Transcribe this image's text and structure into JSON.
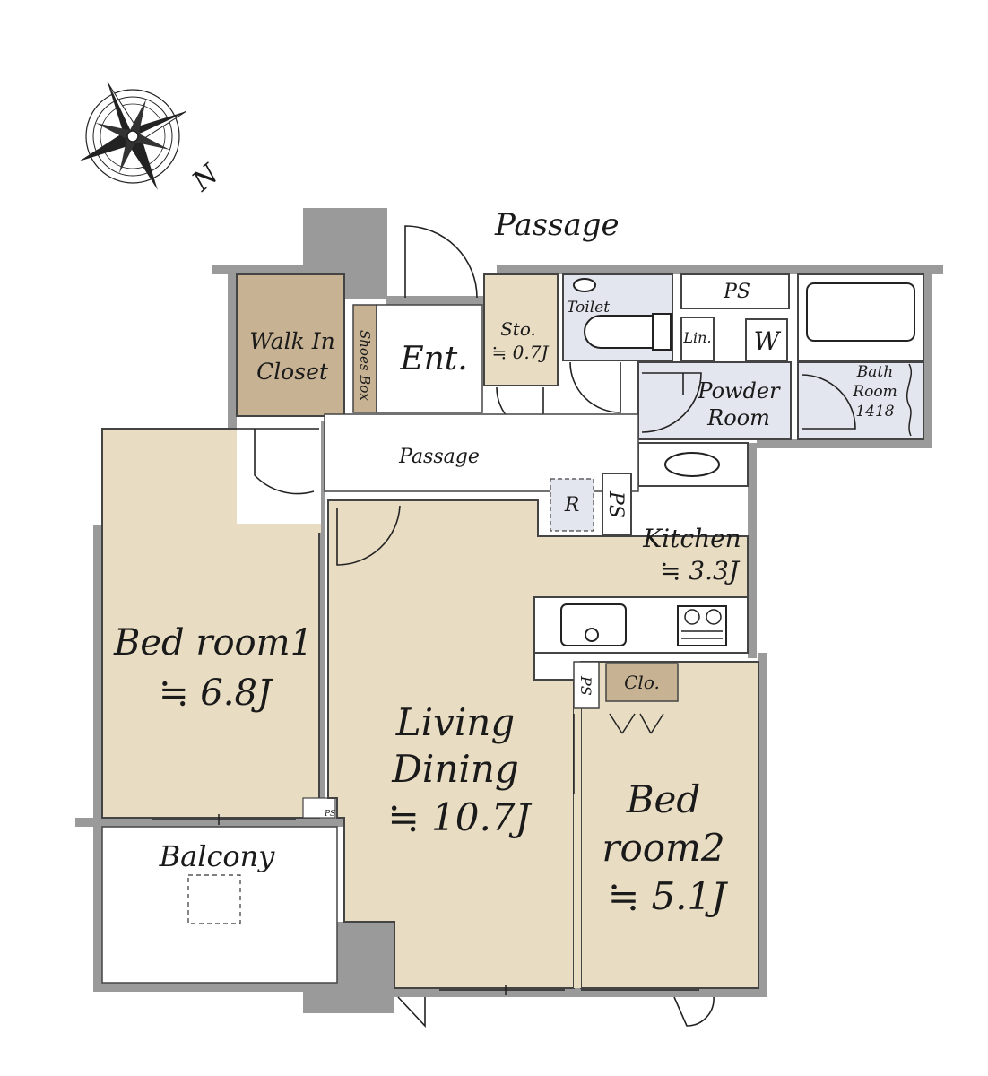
{
  "labels": {
    "passage_outer": "Passage",
    "walk_in_closet_1": "Walk In",
    "walk_in_closet_2": "Closet",
    "shoes_box": "Shoes Box",
    "entrance": "Ent.",
    "storage_name": "Sto.",
    "storage_size": "≒ 0.7J",
    "toilet": "Toilet",
    "ps_top": "PS",
    "linen": "Lin.",
    "washer": "W",
    "powder_1": "Powder",
    "powder_2": "Room",
    "bath_1": "Bath",
    "bath_2": "Room",
    "bath_3": "1418",
    "passage_inner": "Passage",
    "fridge": "R",
    "ps_kitchen": "PS",
    "kitchen_name": "Kitchen",
    "kitchen_size": "≒ 3.3J",
    "bedroom1_name": "Bed room1",
    "bedroom1_size": "≒ 6.8J",
    "living_1": "Living",
    "living_2": "Dining",
    "living_size": "≒ 10.7J",
    "ps_bed2": "PS",
    "closet": "Clo.",
    "bedroom2_1": "Bed",
    "bedroom2_2": "room2",
    "bedroom2_size": "≒ 5.1J",
    "balcony": "Balcony",
    "ps_small": "PS",
    "north": "N"
  },
  "colors": {
    "room_tan": "#e8dcc2",
    "walk_in_closet": "#c7b393",
    "wet_area": "#e4e6ef",
    "wall": "#9a9a9a"
  }
}
